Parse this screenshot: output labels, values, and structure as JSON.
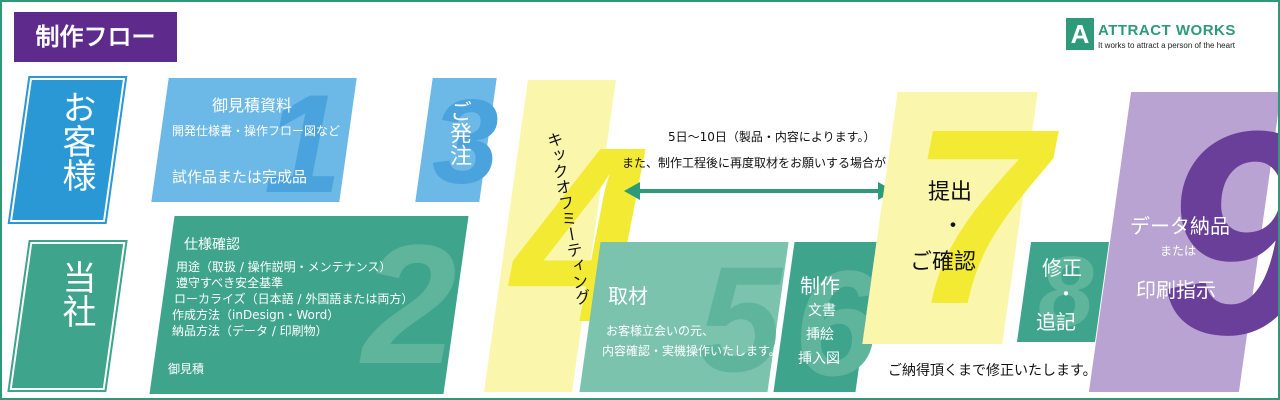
{
  "header": {
    "title": "制作フロー",
    "logo_mark": "A",
    "logo_name": "ATTRACT WORKS",
    "logo_tagline": "It works to attract a person of the heart"
  },
  "lanes": {
    "client": "お客様",
    "company": "当社"
  },
  "steps": {
    "s1": {
      "number": "1",
      "line1": "御見積資料",
      "line2": "開発仕様書・操作フロー図など",
      "line3": "試作品または完成品"
    },
    "s2": {
      "number": "2",
      "title": "仕様確認",
      "items": [
        "用途（取扱 / 操作説明・メンテナンス）",
        "遵守すべき安全基準",
        "ローカライズ（日本語 / 外国語または両方）",
        "作成方法（inDesign・Word）",
        "納品方法（データ / 印刷物）"
      ],
      "footer": "御見積"
    },
    "s3": {
      "number": "3",
      "label": "ご発注"
    },
    "s4": {
      "number": "4",
      "label": "キックオフミーティング"
    },
    "s5": {
      "number": "5",
      "title": "取材",
      "line1": "お客様立会いの元、",
      "line2": "内容確認・実機操作いたします。"
    },
    "s6": {
      "number": "6",
      "title": "制作",
      "line1": "文書",
      "line2": "挿絵",
      "line3": "挿入図"
    },
    "s7": {
      "number": "7",
      "line1": "提出",
      "line2": "・",
      "line3": "ご確認"
    },
    "s8": {
      "number": "8",
      "line1": "修正",
      "line2": "・",
      "line3": "追記"
    },
    "s9": {
      "number": "9",
      "line1": "データ納品",
      "line2": "または",
      "line3": "印刷指示"
    }
  },
  "notes": {
    "duration_line1": "5日～10日（製品・内容によります。）",
    "duration_line2": "また、制作工程後に再度取材をお願いする場合がございます。",
    "revision": "ご納得頂くまで修正いたします。"
  },
  "colors": {
    "purple": "#5e2b8c",
    "blue": "#2b98d6",
    "light_blue": "#6cb8e6",
    "teal": "#3ea48c",
    "light_teal": "#7cc3ad",
    "yellow": "#f3eb33",
    "light_yellow": "#faf6ac",
    "lavender": "#b8a3d2"
  }
}
